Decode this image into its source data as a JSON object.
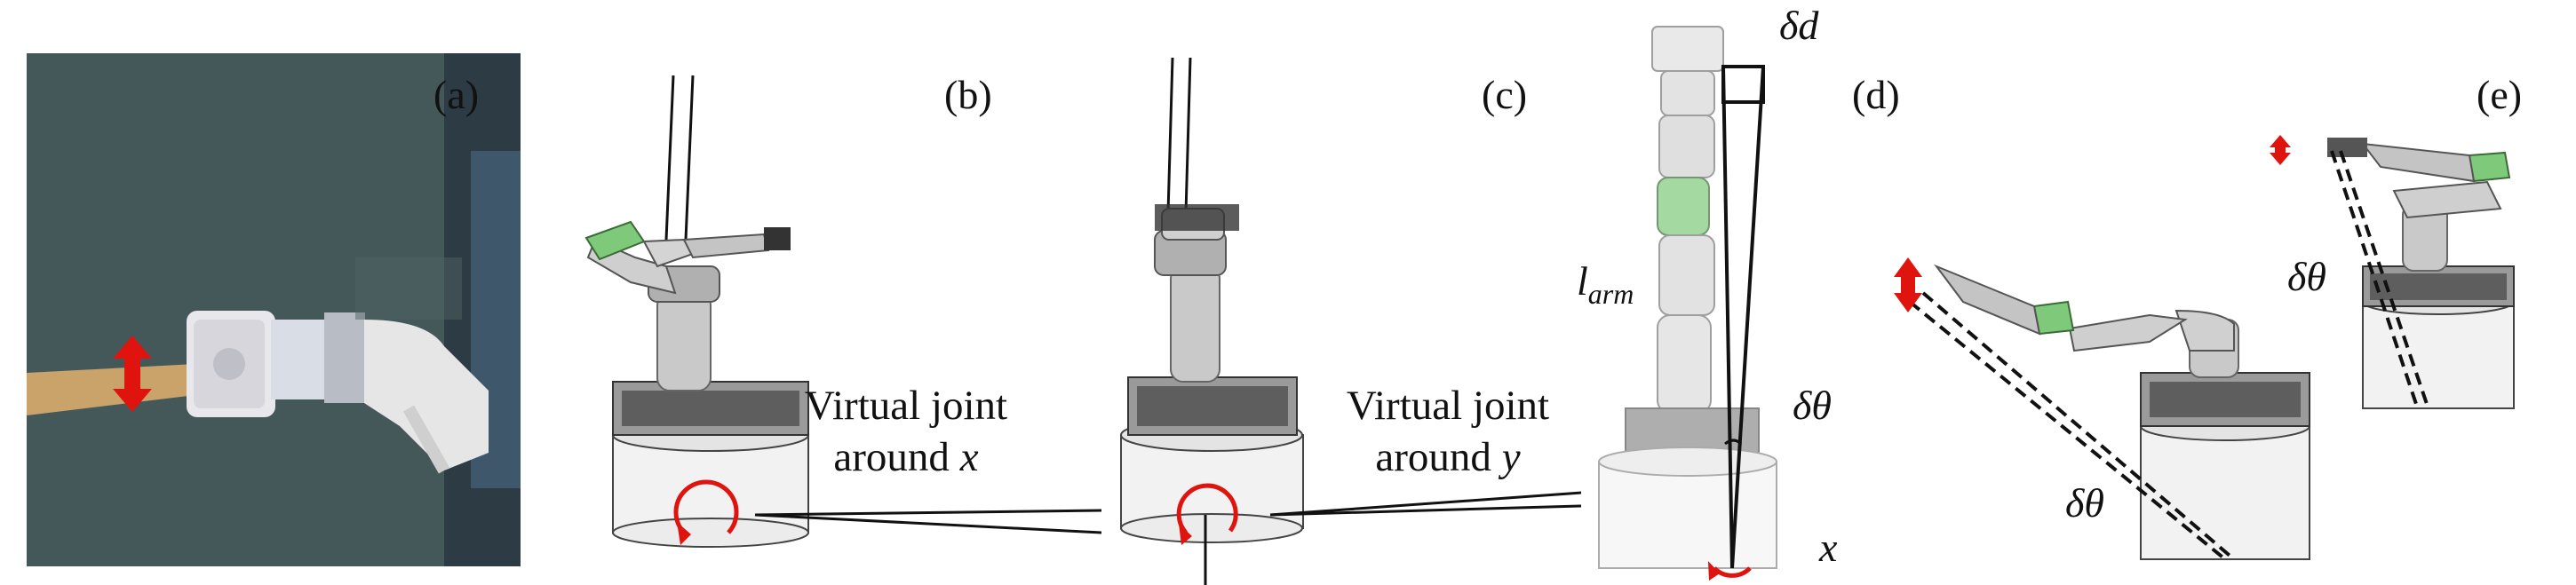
{
  "panels": {
    "a": {
      "label": "(a)"
    },
    "b": {
      "label": "(b)",
      "caption_line1": "Virtual joint",
      "caption_line2": "around",
      "axis": "x"
    },
    "c": {
      "label": "(c)",
      "caption_line1": "Virtual joint",
      "caption_line2": "around",
      "axis": "y"
    },
    "d": {
      "label": "(d)",
      "arm_length": "l",
      "arm_length_sub": "arm",
      "displacement": "δd",
      "angle": "δθ",
      "axis": "x"
    },
    "e": {
      "label": "(e)",
      "angle_lower": "δθ",
      "angle_upper": "δθ"
    }
  },
  "colors": {
    "arrow_red": "#e0140f",
    "green_link": "#7ec97a",
    "robot_gray": "#c9c9c9",
    "line_black": "#111111"
  }
}
